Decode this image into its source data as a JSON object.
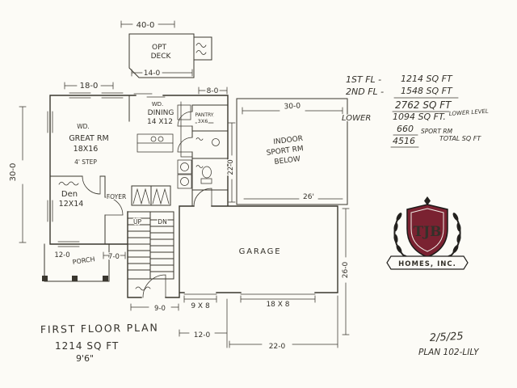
{
  "canvas": {
    "bg": "#fcfbf6",
    "ink": "#3a372f",
    "maroon": "#7a2231"
  },
  "labels": {
    "deck": {
      "l1": "OPT",
      "l2": "DECK"
    },
    "dining": {
      "wd": "WD.",
      "name": "DINING",
      "size": "14 X12"
    },
    "pantry": {
      "name": "PANTRY",
      "size": "3X6"
    },
    "great": {
      "wd": "WD.",
      "name": "GREAT RM",
      "size": "18X16",
      "step": "4' STEP"
    },
    "den": {
      "name": "Den",
      "size": "12X14"
    },
    "foyer": "FOYER",
    "stairs": {
      "up": "UP",
      "dn": "DN"
    },
    "porch": "PORCH",
    "garage": "GARAGE",
    "sport": {
      "dim": "30-0",
      "l1": "INDOOR",
      "l2": "SPORT RM",
      "l3": "BELOW",
      "bottom": "26'"
    }
  },
  "dims": {
    "top": "40-0",
    "deck": "14-0",
    "left_top": "18-0",
    "top_right": "8-0",
    "left": "30-0",
    "side_right": "22-0",
    "hall": "7-0",
    "entry": "9-0",
    "porch": "12-0",
    "door_small": "9 X 8",
    "door_large": "18 X 8",
    "garage_left": "12-0",
    "garage_bottom": "22-0",
    "garage_side": "26-0"
  },
  "summary": {
    "fl1_label": "1ST FL -",
    "fl1_value": "1214 SQ FT",
    "fl2_label": "2ND FL -",
    "fl2_value": "1548 SQ FT",
    "subtotal": "2762 SQ FT",
    "lower_label": "LOWER",
    "lower_value": "1094 SQ FT.",
    "lower_note": "LOWER LEVEL",
    "sport_value": "660",
    "sport_note": "SPORT RM",
    "total_value": "4516",
    "total_note": "TOTAL SQ FT"
  },
  "logo": {
    "monogram": "TJB",
    "banner": "HOMES, INC."
  },
  "title_block": {
    "title": "FIRST FLOOR PLAN",
    "area": "1214 SQ FT",
    "height": "9'6\"",
    "date": "2/5/25",
    "plan": "PLAN 102-LILY"
  }
}
